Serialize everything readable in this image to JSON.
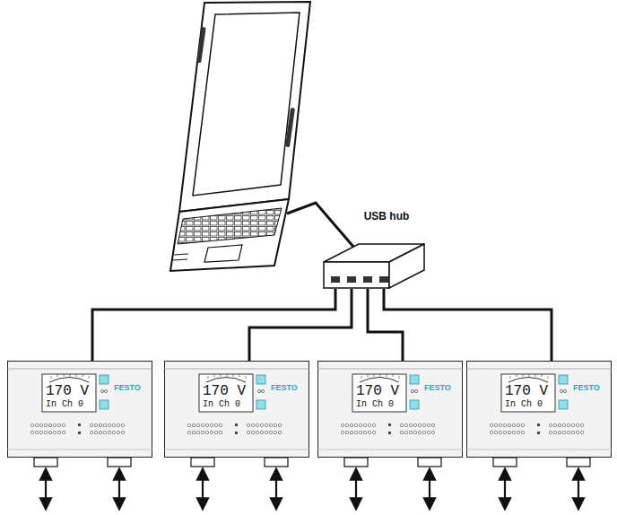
{
  "diagram": {
    "nodes": [
      {
        "text": [
          "USB hub"
        ]
      },
      {
        "text": [
          "170 V",
          "In Ch 0",
          "FESTO"
        ]
      },
      {
        "text": [
          "170 V",
          "In Ch 0",
          "FESTO"
        ]
      },
      {
        "text": [
          "170 V",
          "In Ch 0",
          "FESTO"
        ]
      },
      {
        "text": [
          "170 V",
          "In Ch 0",
          "FESTO"
        ]
      }
    ],
    "edges": [
      {
        "from": 0,
        "to": 1,
        "arrow": "none"
      },
      {
        "from": 0,
        "to": 2,
        "arrow": "none"
      },
      {
        "from": 0,
        "to": 3,
        "arrow": "none"
      },
      {
        "from": 0,
        "to": 4,
        "arrow": "none"
      }
    ]
  }
}
